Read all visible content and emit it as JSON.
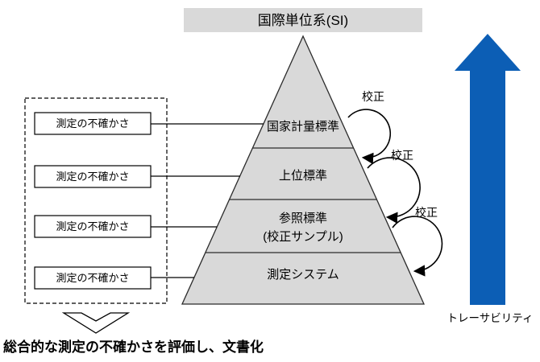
{
  "header": {
    "title": "国際単位系(SI)"
  },
  "pyramid": {
    "levels": [
      {
        "label": "国家計量標準"
      },
      {
        "label": "上位標準"
      },
      {
        "label": "参照標準",
        "sublabel": "(校正サンプル)"
      },
      {
        "label": "測定システム"
      }
    ]
  },
  "uncertainty": {
    "boxes": [
      "測定の不確かさ",
      "測定の不確かさ",
      "測定の不確かさ",
      "測定の不確かさ"
    ]
  },
  "calibration": {
    "labels": [
      "校正",
      "校正",
      "校正"
    ]
  },
  "traceability": {
    "label": "トレーサビリティ"
  },
  "footer": {
    "note": "総合的な測定の不確かさを評価し、文書化"
  },
  "colors": {
    "pyramid_fill": "#d9d9d9",
    "header_fill": "#d9d9d9",
    "arrow_blue": "#0c5eb5",
    "line": "#000000"
  }
}
